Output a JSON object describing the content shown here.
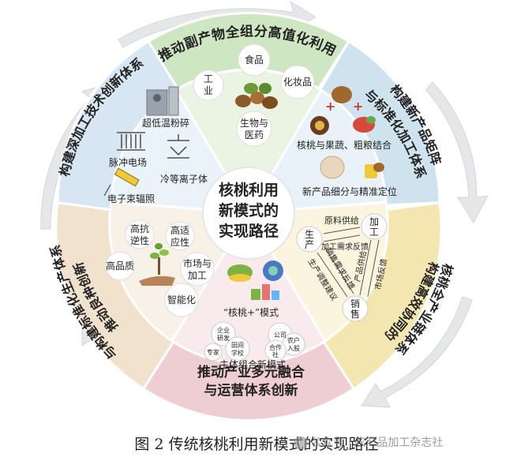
{
  "center": {
    "line1": "核桃利用",
    "line2": "新模式的",
    "line3": "实现路径"
  },
  "ring": {
    "top": "推动副产物全组分高值化利用",
    "upper_right_1": "构建新产品矩阵",
    "upper_right_2": "与标准化加工体系",
    "lower_right_1": "构建高效协同的",
    "lower_right_2": "核桃全产业链体系",
    "bottom_1": "推动产业多元融合",
    "bottom_2": "与运营体系创新",
    "lower_left_1": "推动良种创新",
    "lower_left_2": "与构建标准化生产体系",
    "upper_left": "构建深加工技术创新体系"
  },
  "seg_top": {
    "industry": "工业",
    "food": "食品",
    "cosmetics": "化妆品",
    "bio_line1": "生物与",
    "bio_line2": "医药"
  },
  "seg_upper_right": {
    "combine": "核桃与果蔬、粗粮结合",
    "refine": "新产品细分与精准定位"
  },
  "seg_lower_right": {
    "production": "生产",
    "processing": "加工",
    "sales": "销售",
    "raw_supply": "原料供给",
    "demand_feedback": "加工需求反馈",
    "market_feedback": "市场反馈",
    "product_supply": "产品供给",
    "prod_adjust": "生产调整建议",
    "sales_demand": "销售需求反馈"
  },
  "seg_bottom": {
    "model": "“核桃+”模式",
    "new_model": "主体组合新模式",
    "b1": "企业",
    "b2": "研发",
    "b3": "专家",
    "b4": "田间",
    "b5": "学校",
    "b6": "公司",
    "b7": "农户",
    "b8": "合作",
    "b9": "社",
    "b10": "入股"
  },
  "seg_lower_left": {
    "resist_1": "高抗",
    "resist_2": "逆性",
    "adapt_1": "高适",
    "adapt_2": "应性",
    "quality": "高品质",
    "market_1": "市场与",
    "market_2": "加工",
    "smart": "智能化"
  },
  "seg_upper_left": {
    "grind": "超低温粉碎",
    "pulse": "脉冲电场",
    "plasma": "冷等离子体",
    "ebeam": "电子束辐照"
  },
  "caption": "图 2  传统核桃利用新模式的实现路径",
  "watermark": "公众号 · 农产品加工杂志社",
  "colors": {
    "top": "#cfe6c2",
    "upper_right": "#cfe3ee",
    "lower_right": "#f4e6b0",
    "bottom": "#eeced2",
    "lower_left": "#f1e2ce",
    "upper_left": "#d7e6f2"
  }
}
